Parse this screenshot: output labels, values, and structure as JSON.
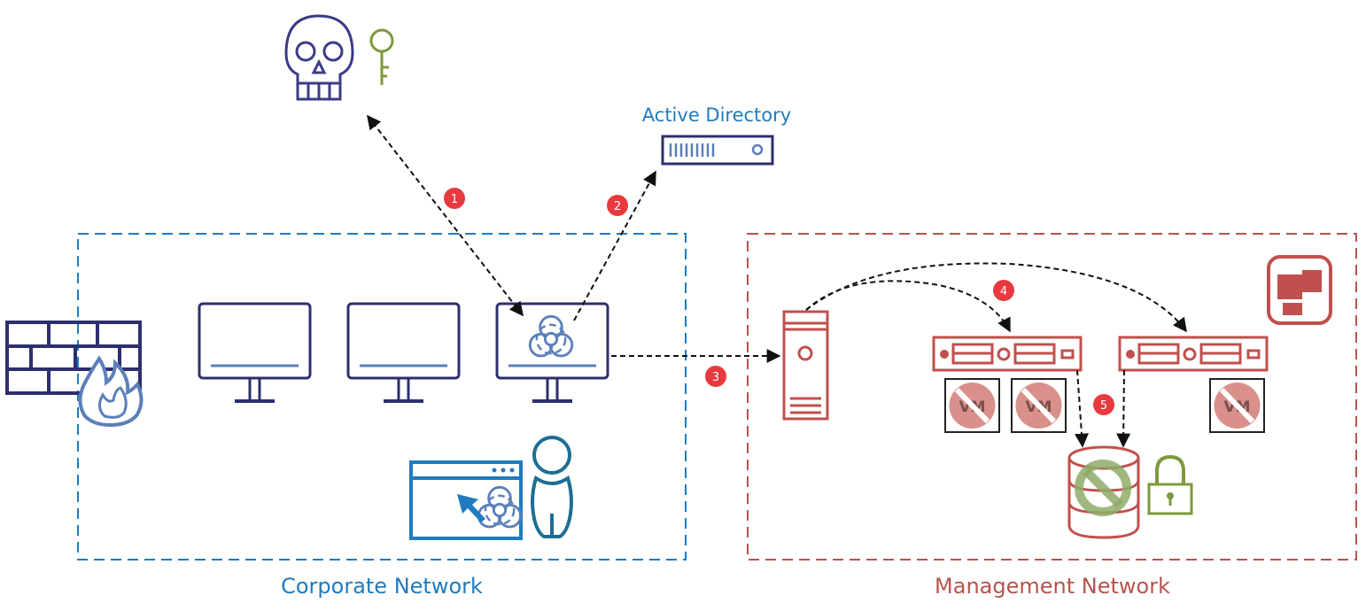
{
  "labels": {
    "active_directory": "Active Directory",
    "corporate_network": "Corporate Network",
    "management_network": "Management Network"
  },
  "steps": [
    "1",
    "2",
    "3",
    "4",
    "5"
  ],
  "vm_label": "VM",
  "colors": {
    "corporate": "#1f7bbf",
    "management": "#b5544e",
    "navy": "#2d2f6e",
    "steel": "#5b7fb8",
    "accent_red": "#c0504d",
    "badge_red": "#e8393f",
    "green": "#7d9a3c",
    "vm_block": "#d9908b",
    "teal": "#1d6e93"
  },
  "icons": {
    "attacker": "skull-icon",
    "credentials": "key-icon",
    "firewall": "firewall-icon",
    "workstation": "monitor-icon",
    "infected": "biohazard-icon",
    "phishing": "browser-malware-icon",
    "user": "user-icon",
    "management_server": "tower-server-icon",
    "host": "rack-server-icon",
    "vm": "blocked-vm-icon",
    "datastore": "blocked-database-icon",
    "lock": "padlock-icon",
    "vendor": "vmware-logo-icon"
  }
}
